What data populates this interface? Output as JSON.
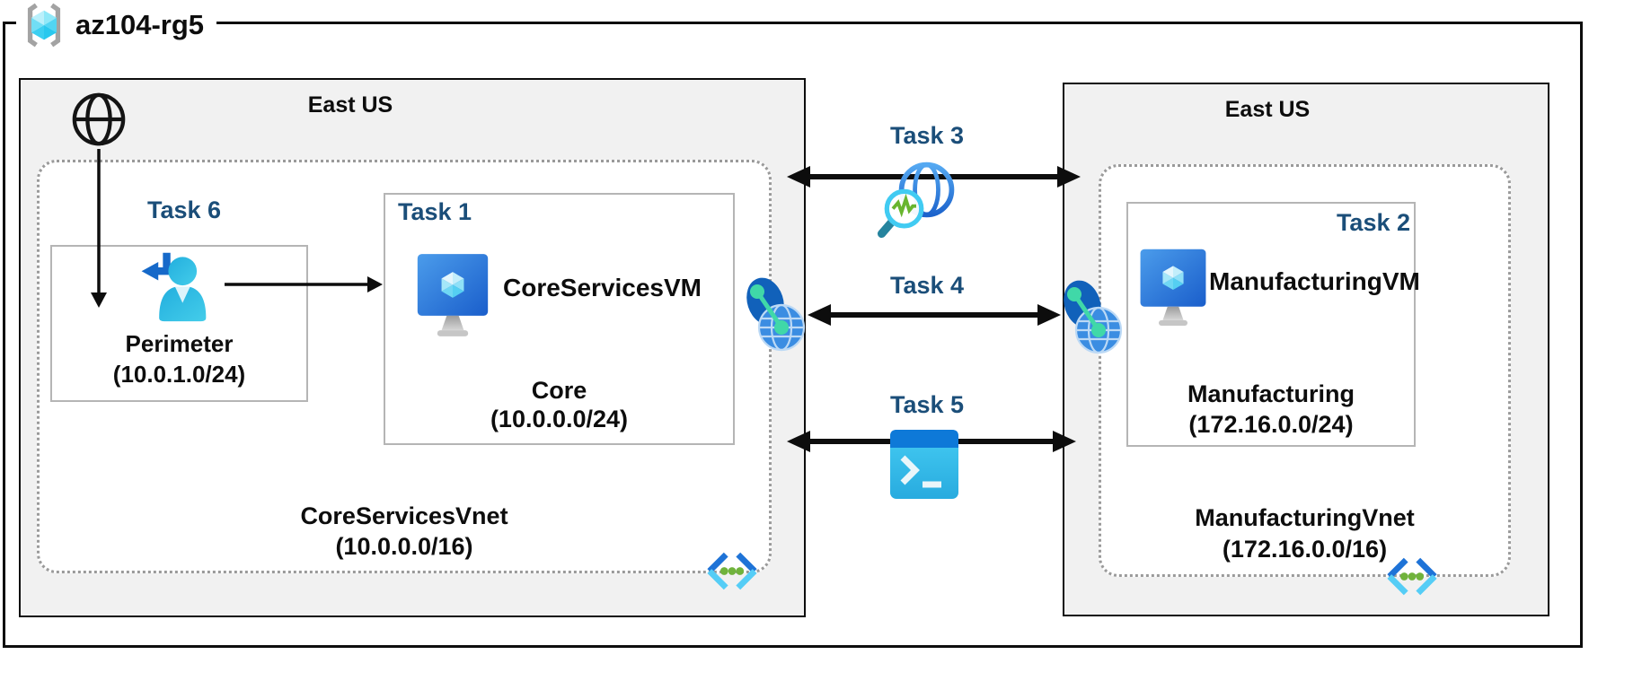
{
  "resource_group": {
    "name": "az104-rg5"
  },
  "left_region": {
    "location": "East US",
    "task6_label": "Task 6",
    "perimeter_subnet": {
      "name": "Perimeter",
      "cidr": "(10.0.1.0/24)"
    },
    "task1_label": "Task 1",
    "vm_name": "CoreServicesVM",
    "core_subnet": {
      "name": "Core",
      "cidr": "(10.0.0.0/24)"
    },
    "vnet_name": "CoreServicesVnet",
    "vnet_cidr": "(10.0.0.0/16)"
  },
  "right_region": {
    "location": "East US",
    "task2_label": "Task 2",
    "vm_name": "ManufacturingVM",
    "subnet": {
      "name": "Manufacturing",
      "cidr": "(172.16.0.0/24)"
    },
    "vnet_name": "ManufacturingVnet",
    "vnet_cidr": "(172.16.0.0/16)"
  },
  "connections": {
    "task3_label": "Task 3",
    "task4_label": "Task 4",
    "task5_label": "Task 5"
  },
  "icons": {
    "resource_group": "resource-group-icon",
    "internet": "internet-globe-icon",
    "user_entry": "user-sign-in-icon",
    "virtual_machine": "virtual-machine-icon",
    "vnet_peering": "vnet-peering-icon",
    "virtual_network": "virtual-network-icon",
    "network_watcher": "network-watcher-icon",
    "cloud_shell": "cloud-shell-terminal-icon"
  },
  "colors": {
    "task_label": "#1b4e79",
    "region_fill": "#f1f1f1",
    "box_border": "#0d0d0d",
    "subnet_border": "#b5b5b5",
    "dotted_border": "#9a9a9a",
    "arrow": "#0d0d0d"
  }
}
